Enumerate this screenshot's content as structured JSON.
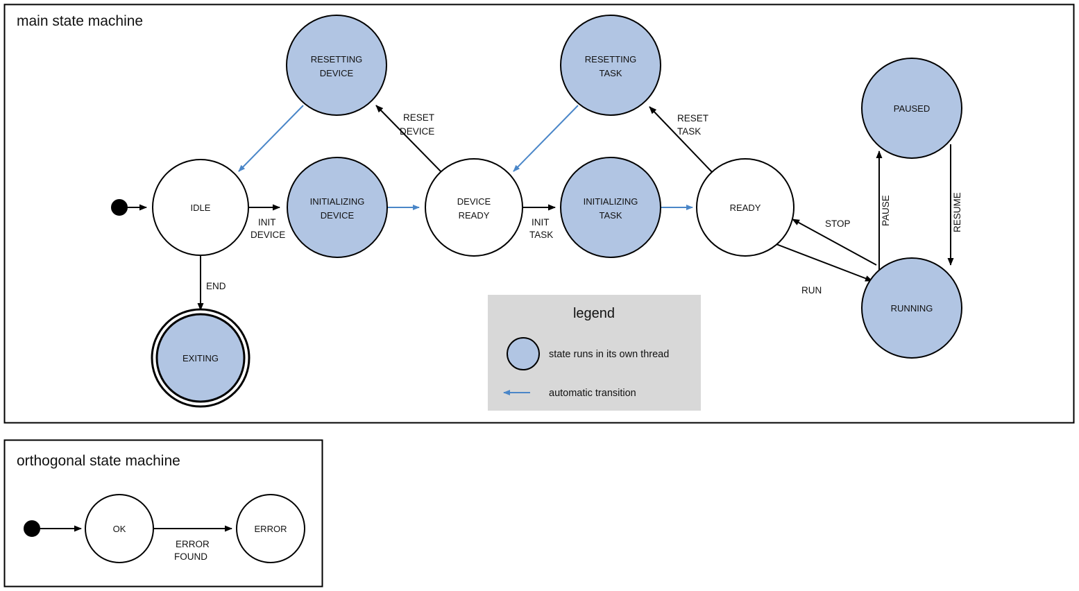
{
  "colors": {
    "thread_state_fill": "#b1c5e3",
    "plain_state_fill": "#ffffff",
    "stroke": "#000000",
    "auto_transition": "#4a86c8",
    "legend_bg": "#d8d8d8",
    "canvas": "#ffffff"
  },
  "main_machine": {
    "title": "main state machine",
    "states": [
      {
        "id": "idle",
        "label_line1": "IDLE",
        "label_line2": "",
        "thread": false,
        "final": false
      },
      {
        "id": "resetting-device",
        "label_line1": "RESETTING",
        "label_line2": "DEVICE",
        "thread": true,
        "final": false
      },
      {
        "id": "initializing-device",
        "label_line1": "INITIALIZING",
        "label_line2": "DEVICE",
        "thread": true,
        "final": false
      },
      {
        "id": "device-ready",
        "label_line1": "DEVICE",
        "label_line2": "READY",
        "thread": false,
        "final": false
      },
      {
        "id": "resetting-task",
        "label_line1": "RESETTING",
        "label_line2": "TASK",
        "thread": true,
        "final": false
      },
      {
        "id": "initializing-task",
        "label_line1": "INITIALIZING",
        "label_line2": "TASK",
        "thread": true,
        "final": false
      },
      {
        "id": "ready",
        "label_line1": "READY",
        "label_line2": "",
        "thread": false,
        "final": false
      },
      {
        "id": "paused",
        "label_line1": "PAUSED",
        "label_line2": "",
        "thread": true,
        "final": false
      },
      {
        "id": "running",
        "label_line1": "RUNNING",
        "label_line2": "",
        "thread": true,
        "final": false
      },
      {
        "id": "exiting",
        "label_line1": "EXITING",
        "label_line2": "",
        "thread": true,
        "final": true
      }
    ],
    "transitions": [
      {
        "id": "start-idle",
        "label_line1": "",
        "label_line2": "",
        "auto": false
      },
      {
        "id": "idle-initializing-device",
        "label_line1": "INIT",
        "label_line2": "DEVICE",
        "auto": false
      },
      {
        "id": "idle-exiting",
        "label_line1": "END",
        "label_line2": "",
        "auto": false
      },
      {
        "id": "initializing-device-ready",
        "label_line1": "",
        "label_line2": "",
        "auto": true
      },
      {
        "id": "device-ready-resetting-device",
        "label_line1": "RESET",
        "label_line2": "DEVICE",
        "auto": false
      },
      {
        "id": "resetting-device-idle",
        "label_line1": "",
        "label_line2": "",
        "auto": true
      },
      {
        "id": "device-ready-initializing-task",
        "label_line1": "INIT",
        "label_line2": "TASK",
        "auto": false
      },
      {
        "id": "initializing-task-ready",
        "label_line1": "",
        "label_line2": "",
        "auto": true
      },
      {
        "id": "ready-resetting-task",
        "label_line1": "RESET",
        "label_line2": "TASK",
        "auto": false
      },
      {
        "id": "resetting-task-device-ready",
        "label_line1": "",
        "label_line2": "",
        "auto": true
      },
      {
        "id": "ready-running",
        "label_line1": "RUN",
        "label_line2": "",
        "auto": false
      },
      {
        "id": "running-ready",
        "label_line1": "STOP",
        "label_line2": "",
        "auto": false
      },
      {
        "id": "running-paused",
        "label_line1": "PAUSE",
        "label_line2": "",
        "auto": false
      },
      {
        "id": "paused-running",
        "label_line1": "RESUME",
        "label_line2": "",
        "auto": false
      }
    ]
  },
  "legend": {
    "title": "legend",
    "entries": [
      {
        "id": "thread-swatch",
        "text": "state runs in its own thread"
      },
      {
        "id": "auto-arrow-swatch",
        "text": "automatic transition"
      }
    ]
  },
  "orthogonal_machine": {
    "title": "orthogonal state machine",
    "states": [
      {
        "id": "ok",
        "label_line1": "OK",
        "label_line2": ""
      },
      {
        "id": "error",
        "label_line1": "ERROR",
        "label_line2": ""
      }
    ],
    "transitions": [
      {
        "id": "start-ok",
        "label_line1": "",
        "label_line2": ""
      },
      {
        "id": "ok-error",
        "label_line1": "ERROR",
        "label_line2": "FOUND"
      }
    ]
  }
}
